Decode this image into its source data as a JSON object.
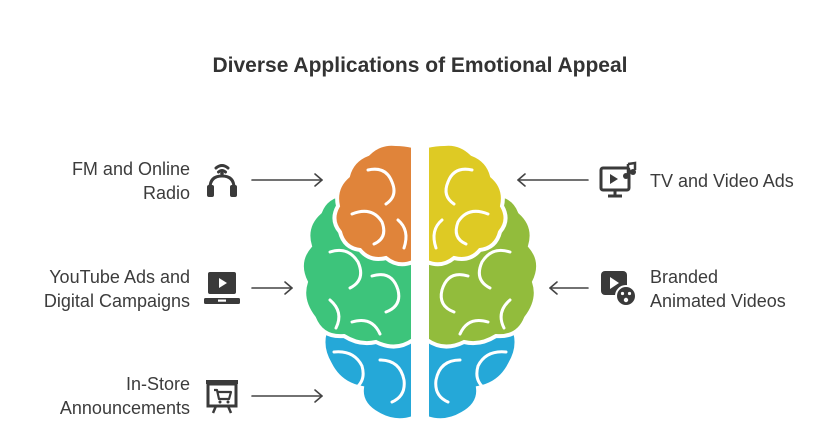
{
  "title": "Diverse Applications of Emotional Appeal",
  "items": [
    {
      "label": "FM and Online\nRadio",
      "side": "left",
      "icon": "radio-headphones-icon"
    },
    {
      "label": "YouTube Ads and\nDigital Campaigns",
      "side": "left",
      "icon": "video-laptop-icon"
    },
    {
      "label": "In-Store\nAnnouncements",
      "side": "left",
      "icon": "store-cart-icon"
    },
    {
      "label": "TV and Video Ads",
      "side": "right",
      "icon": "tv-music-icon"
    },
    {
      "label": "Branded\nAnimated Videos",
      "side": "right",
      "icon": "animated-video-icon"
    }
  ],
  "colors": {
    "orange": "#E0843A",
    "yellow": "#DECA24",
    "green": "#3DC47B",
    "olive": "#92BC3C",
    "blue": "#25A8D8",
    "stroke": "#ffffff",
    "text": "#3c3c3c"
  }
}
